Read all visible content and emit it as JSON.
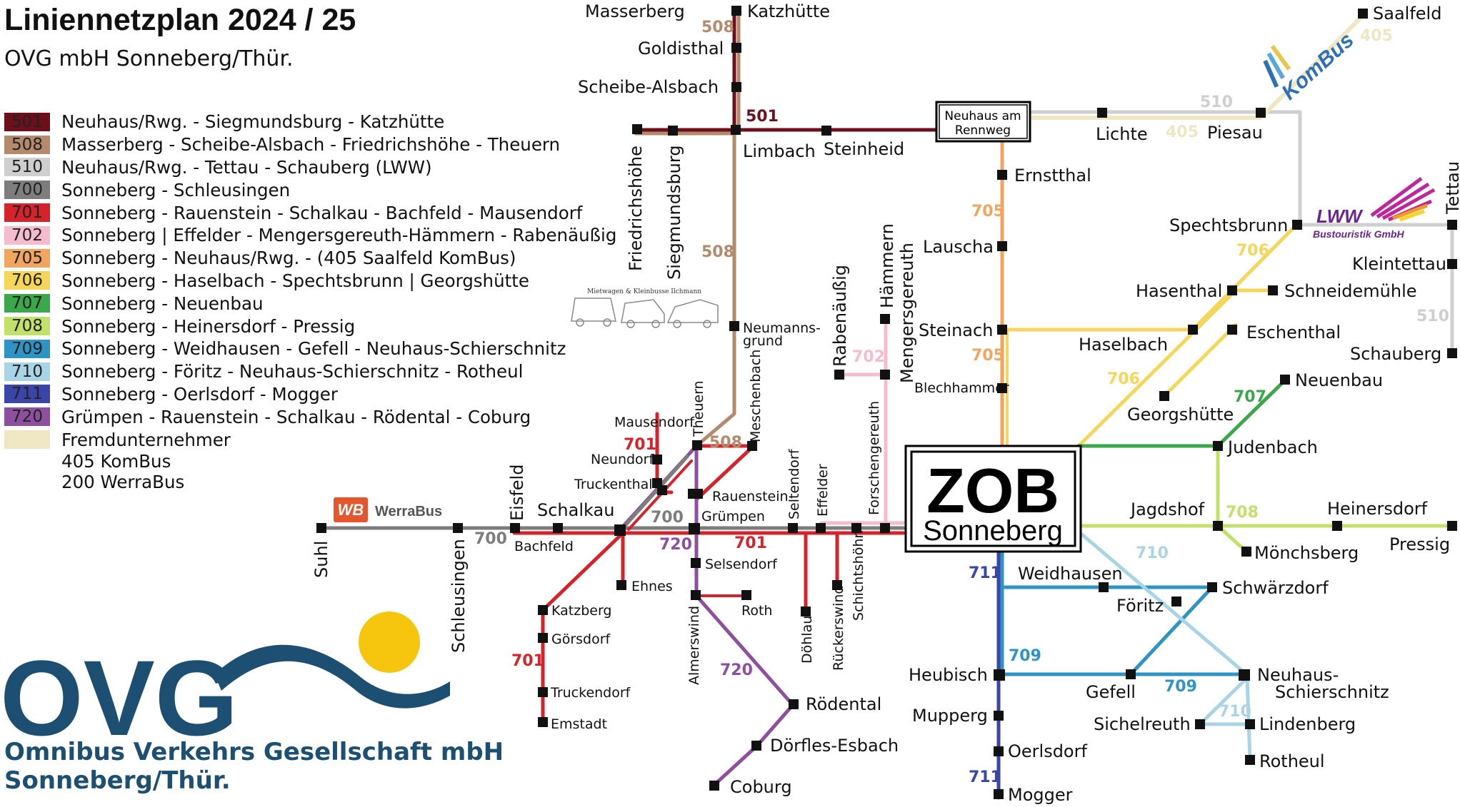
{
  "header": {
    "title": "Liniennetzplan 2024 / 25",
    "subtitle": "OVG mbH Sonneberg/Thür."
  },
  "legend": [
    {
      "code": "501",
      "color": "#6e0f1c",
      "text": "Neuhaus/Rwg. - Siegmundsburg - Katzhütte"
    },
    {
      "code": "508",
      "color": "#b48a6c",
      "text": "Masserberg - Scheibe-Alsbach - Friedrichshöhe - Theuern"
    },
    {
      "code": "510",
      "color": "#cfcfcf",
      "text": "Neuhaus/Rwg. - Tettau - Schauberg (LWW)"
    },
    {
      "code": "700",
      "color": "#7d7d7d",
      "text": "Sonneberg - Schleusingen"
    },
    {
      "code": "701",
      "color": "#d4232b",
      "text": "Sonneberg - Rauenstein - Schalkau - Bachfeld - Mausendorf"
    },
    {
      "code": "702",
      "color": "#f5bcd0",
      "text": "Sonneberg | Effelder - Mengersgereuth-Hämmern - Rabenäußig"
    },
    {
      "code": "705",
      "color": "#f2a55e",
      "text": "Sonneberg - Neuhaus/Rwg. - (405 Saalfeld KomBus)"
    },
    {
      "code": "706",
      "color": "#f5d65a",
      "text": "Sonneberg - Haselbach - Spechtsbrunn | Georgshütte"
    },
    {
      "code": "707",
      "color": "#3ca64a",
      "text": "Sonneberg - Neuenbau"
    },
    {
      "code": "708",
      "color": "#c2e06a",
      "text": "Sonneberg - Heinersdorf - Pressig"
    },
    {
      "code": "709",
      "color": "#2f93c4",
      "text": "Sonneberg - Weidhausen - Gefell - Neuhaus-Schierschnitz"
    },
    {
      "code": "710",
      "color": "#a8d4e6",
      "text": "Sonneberg - Föritz - Neuhaus-Schierschnitz - Rotheul"
    },
    {
      "code": "711",
      "color": "#3b45a8",
      "text": "Sonneberg - Oerlsdorf - Mogger"
    },
    {
      "code": "720",
      "color": "#8d4f9e",
      "text": "Grümpen - Rauenstein - Schalkau - Rödental - Coburg"
    },
    {
      "code": "",
      "color": "#efe6c4",
      "text": "Fremdunternehmer"
    }
  ],
  "legend_extra": [
    "405 KomBus",
    "200 WerraBus"
  ],
  "brand": {
    "line1": "Omnibus Verkehrs Gesellschaft mbH",
    "line2": "Sonneberg/Thür.",
    "logo_text": "OVG",
    "color": "#1d4f72",
    "sun_color": "#f6c60f"
  },
  "hub": {
    "line1": "ZOB",
    "line2": "Sonneberg"
  },
  "neuhaus_box": {
    "line1": "Neuhaus am",
    "line2": "Rennweg"
  },
  "logos": {
    "kombus": "KomBus",
    "werrabus_badge": "WB",
    "werrabus": "WerraBus",
    "lww": "LWW",
    "lww_sub": "Bustouristik GmbH",
    "mietwagen": "Mietwagen & Kleinbusse Ilchmann"
  },
  "stops": {
    "masserberg": "Masserberg",
    "katzhuette": "Katzhütte",
    "goldisthal": "Goldisthal",
    "scheibe": "Scheibe-Alsbach",
    "limbach": "Limbach",
    "steinheid": "Steinheid",
    "friedrichshoehe": "Friedrichshöhe",
    "siegmundsburg": "Siegmundsburg",
    "neumannsgrund1": "Neumanns-",
    "neumannsgrund2": "grund",
    "meschenbach": "Meschenbach",
    "theuern": "Theuern",
    "mausendorf": "Mausendorf",
    "neundorf": "Neundorf",
    "truckenthal": "Truckenthal",
    "rauenstein": "Rauenstein",
    "gruempen": "Grümpen",
    "schalkau": "Schalkau",
    "bachfeld": "Bachfeld",
    "eisfeld": "Eisfeld",
    "schleusingen": "Schleusingen",
    "suhl": "Suhl",
    "ehnes": "Ehnes",
    "katzberg": "Katzberg",
    "goersdorf": "Görsdorf",
    "truckendorf": "Truckendorf",
    "emstadt": "Emstadt",
    "selsendorf": "Selsendorf",
    "roth": "Roth",
    "almerswind": "Almerswind",
    "roedental": "Rödental",
    "doerfles": "Dörfles-Esbach",
    "coburg": "Coburg",
    "seltendorf": "Seltendorf",
    "effelder": "Effelder",
    "doehlau": "Döhlau",
    "rueckerswind": "Rückerswind",
    "schichtshoehn": "Schichtshöhn",
    "forschengereuth": "Forschengereuth",
    "rabenaeussig": "Rabenäußig",
    "haemmern": "Hämmern",
    "mengersgereuth": "Mengersgereuth",
    "ernstthal": "Ernstthal",
    "lauscha": "Lauscha",
    "steinach": "Steinach",
    "blechhammer": "Blechhammer",
    "lichte": "Lichte",
    "piesau": "Piesau",
    "saalfeld": "Saalfeld",
    "spechtsbrunn": "Spechtsbrunn",
    "tettau": "Tettau",
    "kleintettau": "Kleintettau",
    "hasenthal": "Hasenthal",
    "schneidemuehle": "Schneidemühle",
    "haselbach": "Haselbach",
    "eschenthal": "Eschenthal",
    "schauberg": "Schauberg",
    "georgshuette": "Georgshütte",
    "neuenbau": "Neuenbau",
    "judenbach": "Judenbach",
    "jagdshof": "Jagdshof",
    "heinersdorf": "Heinersdorf",
    "pressig": "Pressig",
    "moenchsberg": "Mönchsberg",
    "weidhausen": "Weidhausen",
    "schwaerzdorf": "Schwärzdorf",
    "foeritz": "Föritz",
    "heubisch": "Heubisch",
    "gefell": "Gefell",
    "neuhaus_s1": "Neuhaus-",
    "neuhaus_s2": "Schierschnitz",
    "mupperg": "Mupperg",
    "sichelreuth": "Sichelreuth",
    "lindenberg": "Lindenberg",
    "oerlsdorf": "Oerlsdorf",
    "rotheul": "Rotheul",
    "mogger": "Mogger"
  },
  "line_labels": {
    "l508a": "508",
    "l501": "501",
    "l508b": "508",
    "l508c": "508",
    "l701a": "701",
    "l700a": "700",
    "l720a": "720",
    "l701b": "701",
    "l700b": "700",
    "l701c": "701",
    "l720b": "720",
    "l702": "702",
    "l705a": "705",
    "l705b": "705",
    "l510a": "510",
    "l405a": "405",
    "l405b": "405",
    "l706a": "706",
    "l706b": "706",
    "l707": "707",
    "l510b": "510",
    "l708": "708",
    "l710a": "710",
    "l711a": "711",
    "l709a": "709",
    "l709b": "709",
    "l710b": "710",
    "l711b": "711"
  }
}
